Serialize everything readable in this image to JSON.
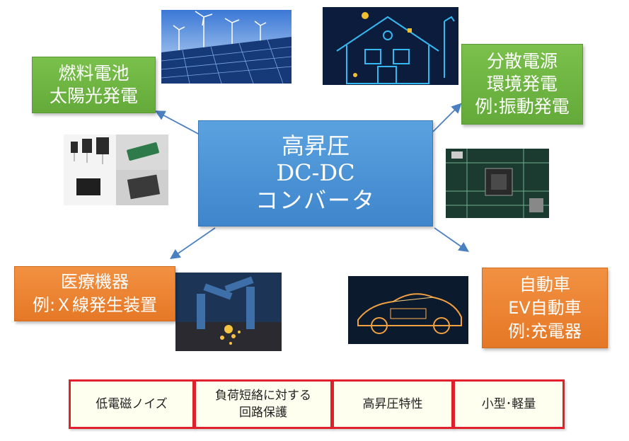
{
  "center": {
    "line1": "高昇圧",
    "line2": "DC-DC",
    "line3": "コンバータ"
  },
  "apps": {
    "top_left": {
      "line1": "燃料電池",
      "line2": "太陽光発電"
    },
    "top_right": {
      "line1": "分散電源",
      "line2": "環境発電",
      "line3": "例:振動発電"
    },
    "bottom_left": {
      "line1": "医療機器",
      "line2": "例:Ｘ線発生装置"
    },
    "bottom_right": {
      "line1": "自動車",
      "line2": "EV自動車",
      "line3": "例:充電器"
    }
  },
  "features": [
    {
      "text": "低電磁ノイズ"
    },
    {
      "line1": "負荷短絡に対する",
      "line2": "回路保護"
    },
    {
      "text": "高昇圧特性"
    },
    {
      "text": "小型･軽量"
    }
  ],
  "colors": {
    "center_blue": "#4a93d8",
    "green": "#6fb443",
    "orange": "#ec8330",
    "feature_border": "#e0202a",
    "arrow": "#4a7fc0"
  }
}
